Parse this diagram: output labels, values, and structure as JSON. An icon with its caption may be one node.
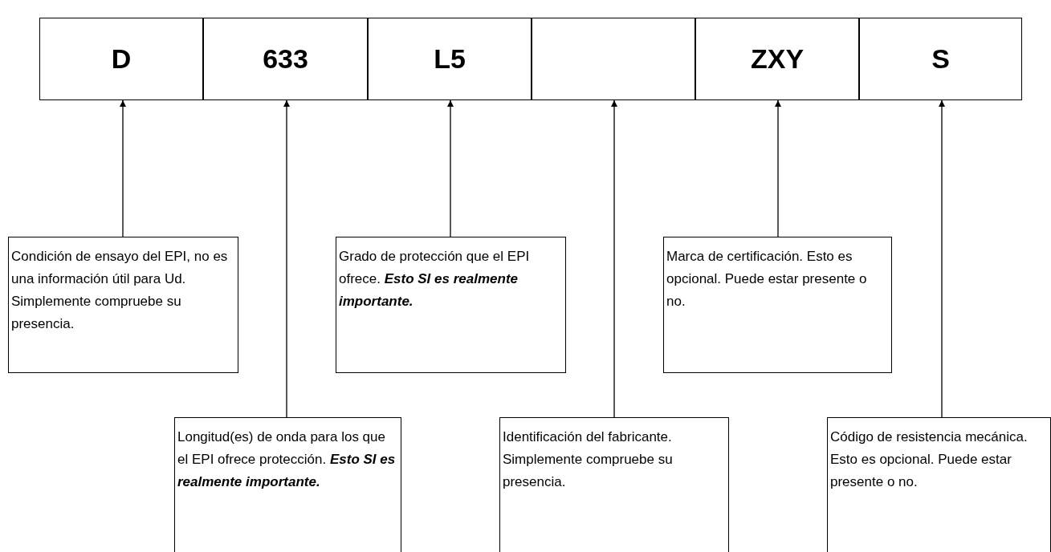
{
  "diagram": {
    "nodes": [
      {
        "text": [
          "D"
        ]
      },
      {
        "text": [
          "633"
        ]
      },
      {
        "text": [
          "L5"
        ]
      },
      {
        "text": [],
        "shape": "box"
      },
      {
        "text": [
          "ZXY"
        ]
      },
      {
        "text": [
          "S"
        ]
      },
      {
        "text": [
          "Condición de ensayo del EPI, no es una información útil para Ud. Simplemente compruebe su presencia."
        ]
      },
      {
        "text": [
          "Grado de protección que el EPI ofrece.  **Esto SI es realmente importante.**"
        ]
      },
      {
        "text": [
          "Marca de certificación. Esto es opcional. Puede estar presente o no."
        ]
      },
      {
        "text": [
          "Longitud(es) de onda para los que el EPI ofrece protección. **Esto SI es realmente importante.**"
        ]
      },
      {
        "text": [
          "Identificación del fabricante. Simplemente compruebe su presencia."
        ]
      },
      {
        "text": [
          "Código de resistencia mecánica. Esto es opcional. Puede estar presente o no."
        ]
      }
    ],
    "edges": [
      {
        "from": 6,
        "to": 0,
        "arrow": "to"
      },
      {
        "from": 9,
        "to": 1,
        "arrow": "to"
      },
      {
        "from": 7,
        "to": 2,
        "arrow": "to"
      },
      {
        "from": 10,
        "to": 3,
        "arrow": "to"
      },
      {
        "from": 8,
        "to": 4,
        "arrow": "to"
      },
      {
        "from": 11,
        "to": 5,
        "arrow": "to"
      }
    ]
  }
}
